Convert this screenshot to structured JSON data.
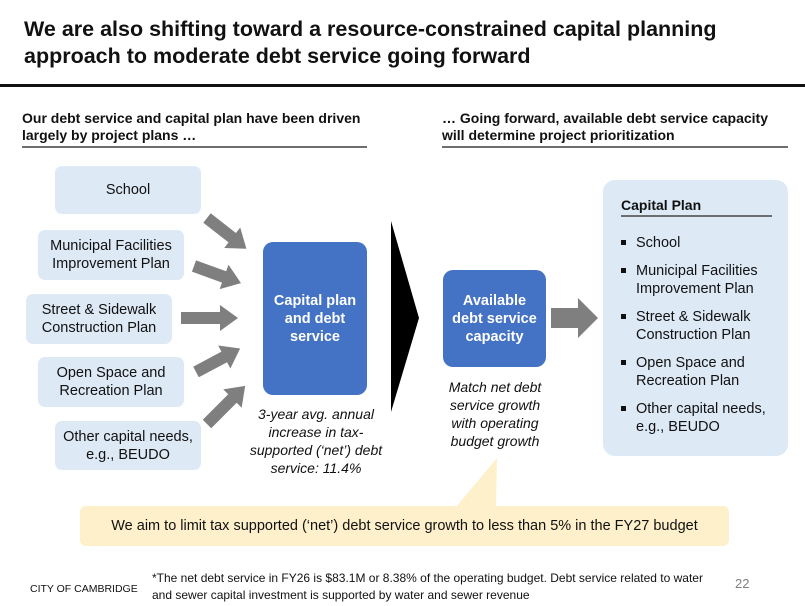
{
  "slide": {
    "title": "We are also shifting toward a resource-constrained capital planning approach to moderate debt service going forward",
    "left_heading": "Our debt service and capital plan have been driven largely by project plans …",
    "right_heading": "… Going forward, available debt service capacity will determine project prioritization"
  },
  "colors": {
    "light_blue_box": "#dee9f6",
    "blue_box": "#4472c4",
    "arrow_gray": "#7f7f7f",
    "callout_fill": "#fef0cb",
    "chevron": "#000000"
  },
  "project_plans": [
    {
      "label": "School"
    },
    {
      "label": "Municipal Facilities Improvement Plan"
    },
    {
      "label": "Street & Sidewalk Construction Plan"
    },
    {
      "label": "Open Space and Recreation Plan"
    },
    {
      "label": "Other capital needs, e.g., BEUDO"
    }
  ],
  "current_model": {
    "box_label": "Capital plan and debt service",
    "note": "3-year avg. annual increase in tax-supported (‘net’) debt service: 11.4%"
  },
  "future_model": {
    "box_label": "Available debt service capacity",
    "note": "Match net debt service growth with operating budget growth"
  },
  "capital_plan": {
    "title": "Capital Plan",
    "items": [
      "School",
      "Municipal Facilities Improvement Plan",
      "Street & Sidewalk Construction Plan",
      "Open Space and Recreation Plan",
      "Other capital needs, e.g., BEUDO"
    ]
  },
  "callout": {
    "text": "We aim to limit tax supported (‘net’) debt service growth to less than 5% in the FY27 budget"
  },
  "footer": {
    "organization": "CITY OF CAMBRIDGE",
    "footnote": "*The net debt service in FY26 is $83.1M or 8.38% of the operating budget. Debt service related to water and sewer capital investment is supported by water and sewer revenue",
    "page_number": "22"
  }
}
